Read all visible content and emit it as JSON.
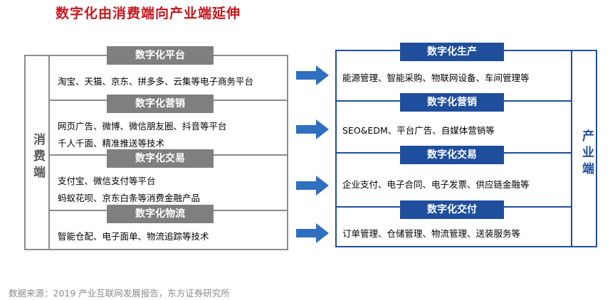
{
  "title": "数字化由消费端向产业端延伸",
  "left": {
    "side_label": "消费端",
    "sections": [
      {
        "tag": "数字化平台",
        "lines": [
          "淘宝、天猫、京东、拼多多、云集等电子商务平台"
        ]
      },
      {
        "tag": "数字化营销",
        "lines": [
          "网页广告、微博、微信朋友圈、抖音等平台",
          "千人千面、精准推送等技术"
        ]
      },
      {
        "tag": "数字化交易",
        "lines": [
          "支付宝、微信支付等平台",
          "蚂蚁花呗、京东白条等消费金融产品"
        ]
      },
      {
        "tag": "数字化物流",
        "lines": [
          "智能仓配、电子面单、物流追踪等技术"
        ]
      }
    ]
  },
  "right": {
    "side_label": "产业端",
    "sections": [
      {
        "tag": "数字化生产",
        "lines": [
          "能源管理、智能采购、物联网设备、车间管理等"
        ]
      },
      {
        "tag": "数字化营销",
        "lines": [
          "SEO&EDM、平台广告、自媒体营销等"
        ]
      },
      {
        "tag": "数字化交易",
        "lines": [
          "企业支付、电子合同、电子发票、供应链金融等"
        ]
      },
      {
        "tag": "数字化交付",
        "lines": [
          "订单管理、仓储管理、物流管理、送装服务等"
        ]
      }
    ]
  },
  "source": "数据来源：2019 产业互联网发展报告，东方证券研究所",
  "colors": {
    "title": "#c8161d",
    "left_tag": "#7f7f7f",
    "right_tag": "#1f4e9c",
    "arrow": "#2e6fc0"
  }
}
